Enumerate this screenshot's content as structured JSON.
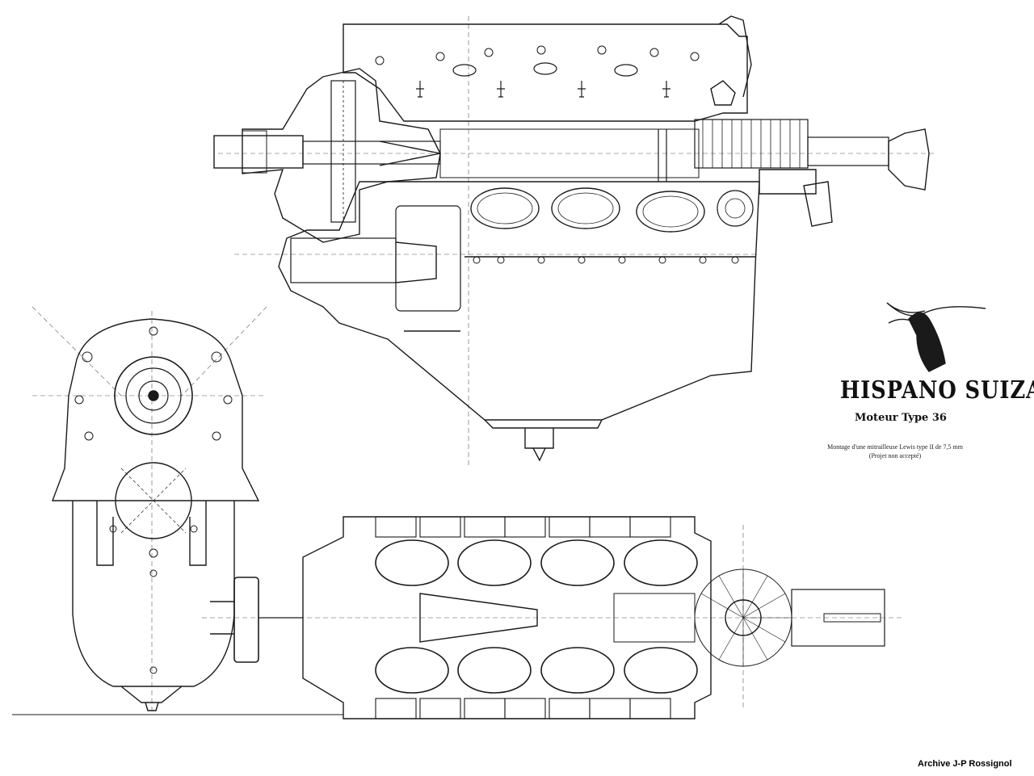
{
  "title_block": {
    "brand": "HISPANO SUIZA",
    "model": "Moteur Type 36",
    "note_line1": "Montage d'une mitrailleuse Lewis type II de 7,5 mm",
    "note_line2": "(Projet non accepté)"
  },
  "credit": "Archive J-P Rossignol",
  "drawing": {
    "views": [
      "side-elevation",
      "front-elevation",
      "plan-view"
    ],
    "line_color": "#1a1a1a",
    "background": "#ffffff"
  }
}
